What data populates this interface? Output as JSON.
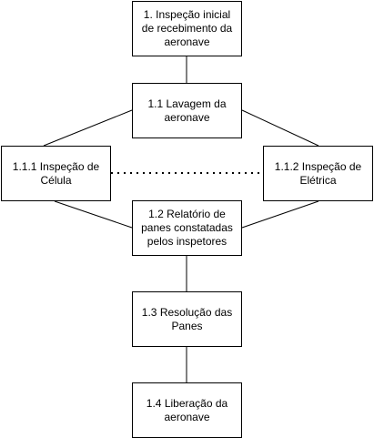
{
  "diagram": {
    "nodes": {
      "inspecao_inicial": "1. Inspeção inicial de recebimento da aeronave",
      "lavagem": "1.1 Lavagem da aeronave",
      "inspecao_celula": "1.1.1 Inspeção de Célula",
      "inspecao_eletrica": "1.1.2 Inspeção de Elétrica",
      "relatorio_panes": "1.2 Relatório de panes constatadas pelos inspetores",
      "resolucao_panes": "1.3 Resolução das Panes",
      "liberacao": "1.4 Liberação da aeronave"
    },
    "edges": [
      {
        "from": "inspecao_inicial",
        "to": "lavagem",
        "style": "solid"
      },
      {
        "from": "lavagem",
        "to": "inspecao_celula",
        "style": "solid"
      },
      {
        "from": "lavagem",
        "to": "inspecao_eletrica",
        "style": "solid"
      },
      {
        "from": "inspecao_celula",
        "to": "inspecao_eletrica",
        "style": "dotted"
      },
      {
        "from": "inspecao_celula",
        "to": "relatorio_panes",
        "style": "solid"
      },
      {
        "from": "inspecao_eletrica",
        "to": "relatorio_panes",
        "style": "solid"
      },
      {
        "from": "relatorio_panes",
        "to": "resolucao_panes",
        "style": "solid"
      },
      {
        "from": "resolucao_panes",
        "to": "liberacao",
        "style": "solid"
      }
    ],
    "colors": {
      "stroke": "#000000",
      "fill": "#ffffff",
      "text": "#000000"
    }
  }
}
